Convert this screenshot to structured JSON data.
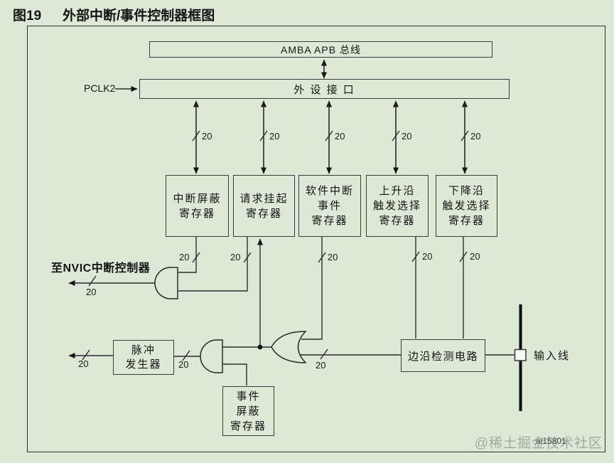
{
  "figure": {
    "label": "图19",
    "title": "外部中断/事件控制器框图",
    "code": "ai15801"
  },
  "bus": {
    "width": "20"
  },
  "top": {
    "amba_bus": "AMBA APB 总线",
    "peripheral_interface": "外 设 接 口",
    "pclk2": "PCLK2"
  },
  "registers": {
    "interrupt_mask": [
      "中断屏蔽",
      "寄存器"
    ],
    "request_pending": [
      "请求挂起",
      "寄存器"
    ],
    "software_interrupt_event": [
      "软件中断",
      "事件",
      "寄存器"
    ],
    "rising_edge_trigger": [
      "上升沿",
      "触发选择",
      "寄存器"
    ],
    "falling_edge_trigger": [
      "下降沿",
      "触发选择",
      "寄存器"
    ],
    "event_mask": [
      "事件",
      "屏蔽",
      "寄存器"
    ]
  },
  "blocks": {
    "to_nvic": "至NVIC中断控制器",
    "pulse_generator": [
      "脉冲",
      "发生器"
    ],
    "edge_detect": "边沿检测电路",
    "input_line": "输入线"
  },
  "watermark": "@稀土掘金技术社区"
}
